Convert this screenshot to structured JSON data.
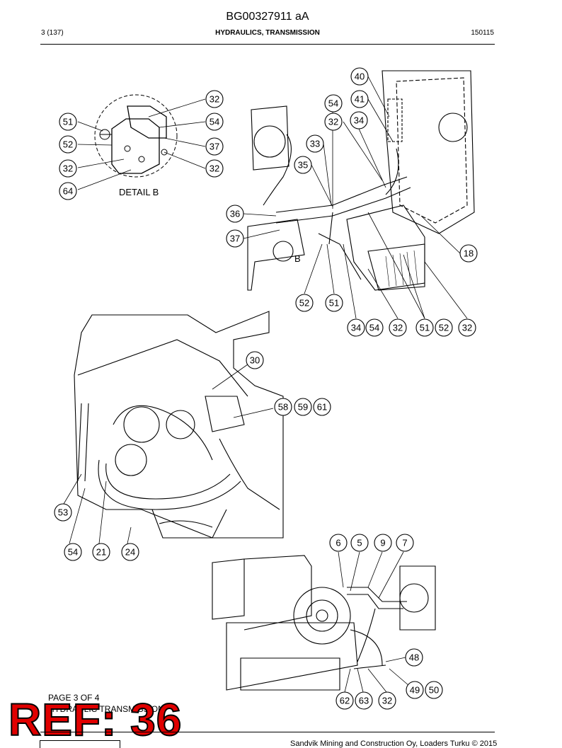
{
  "header": {
    "doc_id": "BG00327911 aA",
    "page": "3 (137)",
    "section": "HYDRAULICS, TRANSMISSION",
    "date_code": "150115"
  },
  "detail_label": "DETAIL B",
  "view_label_b": "B",
  "callouts": {
    "detail": [
      "32",
      "51",
      "54",
      "52",
      "37",
      "32",
      "32",
      "64"
    ],
    "top": [
      "40",
      "41",
      "54",
      "32",
      "34",
      "33",
      "35",
      "36",
      "37",
      "18",
      "52",
      "51",
      "34",
      "54",
      "32",
      "51",
      "52",
      "32"
    ],
    "middle": [
      "30",
      "58",
      "59",
      "61",
      "53",
      "54",
      "21",
      "24"
    ],
    "bottom": [
      "6",
      "5",
      "9",
      "7",
      "48",
      "49",
      "50",
      "62",
      "63",
      "32"
    ]
  },
  "footer": {
    "page_of": "PAGE 3 OF 4",
    "page_sub": "HYDRAULIC TRANSMISSION",
    "ref_stamp": "REF: 36",
    "copyright": "Sandvik Mining and Construction Oy, Loaders Turku © 2015"
  }
}
